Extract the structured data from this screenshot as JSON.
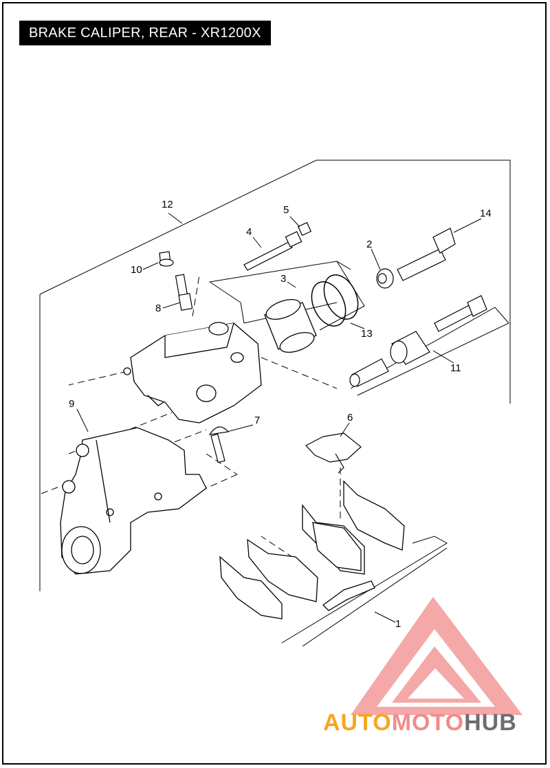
{
  "title": "BRAKE CALIPER, REAR - XR1200X",
  "callouts": {
    "c1": "1",
    "c2": "2",
    "c3": "3",
    "c4": "4",
    "c5": "5",
    "c6": "6",
    "c7": "7",
    "c8": "8",
    "c9": "9",
    "c10": "10",
    "c11": "11",
    "c12": "12",
    "c13": "13",
    "c14": "14"
  },
  "watermark": {
    "part1": "AUTO",
    "part2": "MOTO",
    "part3": "HUB",
    "colors": {
      "orange": "#f5a623",
      "red": "#e74c3c",
      "gray": "#6d6e71",
      "logo": "#f28b8b"
    }
  }
}
